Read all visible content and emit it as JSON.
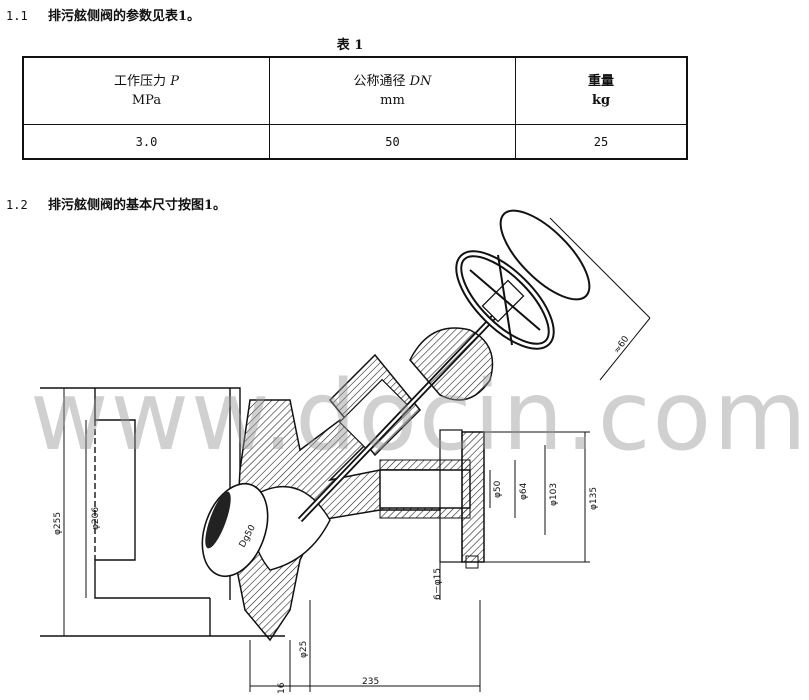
{
  "section1": {
    "number": "1.1",
    "text": "排污舷侧阀的参数见表1。"
  },
  "table_caption": "表 1",
  "table": {
    "headers": [
      {
        "line1": "工作压力 ",
        "symbol": "P",
        "line2": "MPa"
      },
      {
        "line1": "公称通径 ",
        "symbol": "DN",
        "line2": "mm"
      },
      {
        "line1": "重量",
        "symbol": "",
        "line2": "kg"
      }
    ],
    "row": [
      "3.0",
      "50",
      "25"
    ]
  },
  "section2": {
    "number": "1.2",
    "text": "排污舷侧阀的基本尺寸按图1。"
  },
  "watermark": "www.docin.com",
  "dimensions": {
    "d255": "φ255",
    "d206": "φ206",
    "dg50": "Dg50",
    "d50": "φ50",
    "d64": "φ64",
    "d103": "φ103",
    "d135": "φ135",
    "holes": "6－φ15",
    "d25": "φ25",
    "v16": "16",
    "l235": "235",
    "r60": "≈60"
  }
}
